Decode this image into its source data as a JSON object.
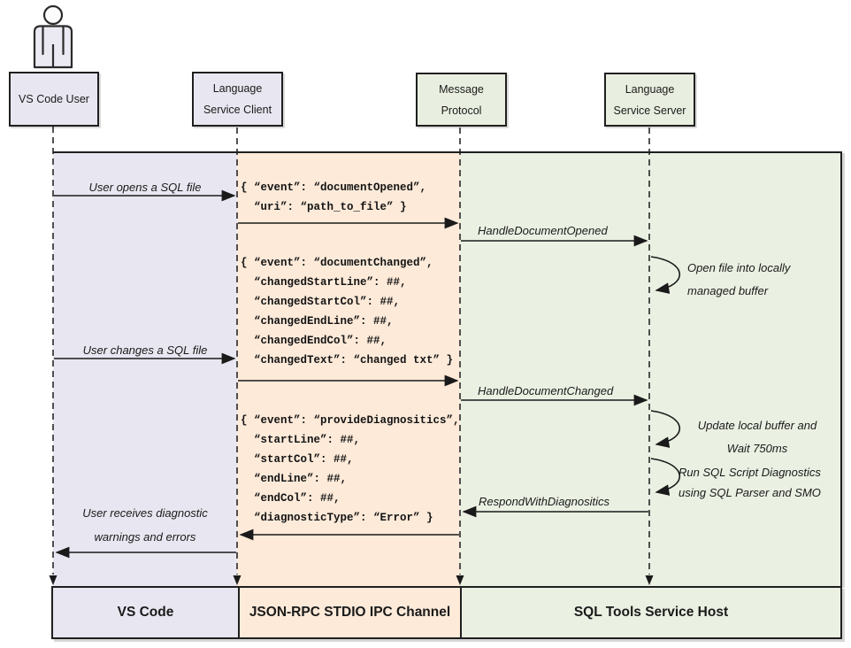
{
  "actors": {
    "user": {
      "line1": "VS Code User"
    },
    "client": {
      "line1": "Language",
      "line2": "Service Client"
    },
    "protocol": {
      "line1": "Message",
      "line2": "Protocol"
    },
    "server": {
      "line1": "Language",
      "line2": "Service Server"
    }
  },
  "lanes": {
    "vscode": {
      "label": "VS Code",
      "color": "#e8e6f0"
    },
    "ipc": {
      "label": "JSON-RPC STDIO IPC Channel",
      "color": "#fdead9"
    },
    "host": {
      "label": "SQL Tools Service Host",
      "color": "#eaf0e2"
    }
  },
  "messages": {
    "user_opens": "User opens a SQL file",
    "user_changes": "User changes a SQL file",
    "user_receives_line1": "User receives diagnostic",
    "user_receives_line2": "warnings and errors",
    "handle_document_opened": "HandleDocumentOpened",
    "handle_document_changed": "HandleDocumentChanged",
    "respond_with_diagnostics": "RespondWithDiagnositics"
  },
  "notes": {
    "open_buffer": {
      "line1": "Open file into locally",
      "line2": "managed buffer"
    },
    "update_buffer": {
      "line1": "Update local buffer and",
      "line2": "Wait 750ms"
    },
    "run_diagnostics": {
      "line1": "Run SQL Script Diagnostics",
      "line2": "using SQL Parser and SMO"
    }
  },
  "json_blocks": {
    "document_opened": {
      "lines": [
        "{ “event”: “documentOpened”,",
        "  “uri”: “path_to_file” }"
      ]
    },
    "document_changed": {
      "lines": [
        "{ “event”: “documentChanged”,",
        "  “changedStartLine”: ##,",
        "  “changedStartCol”: ##,",
        "  “changedEndLine”: ##,",
        "  “changedEndCol”: ##,",
        "  “changedText”: “changed txt” }"
      ]
    },
    "provide_diagnostics": {
      "lines": [
        "{ “event”: “provideDiagnositics”,",
        "  “startLine”: ##,",
        "  “startCol”: ##,",
        "  “endLine”: ##,",
        "  “endCol”: ##,",
        "  “diagnosticType”: “Error” }"
      ]
    }
  },
  "colors": {
    "lavender": "#e8e6f0",
    "peach": "#fdead9",
    "green": "#eaf0e2",
    "line": "#1a1a1a"
  }
}
